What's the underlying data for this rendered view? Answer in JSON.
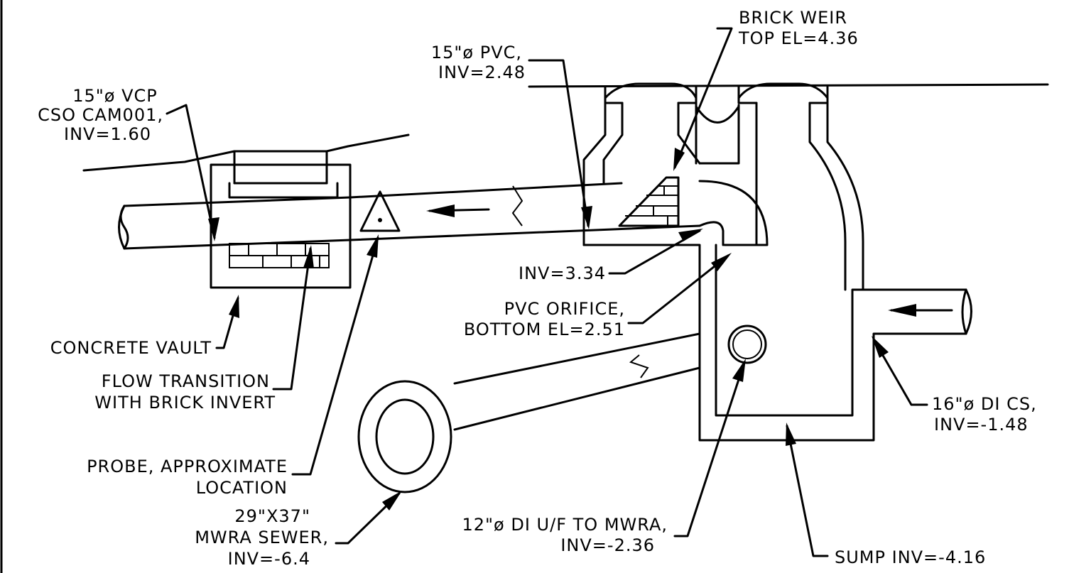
{
  "labels": {
    "vcp_line1": "15\"ø VCP",
    "vcp_line2": "CSO CAM001,",
    "vcp_line3": "INV=1.60",
    "pvc_line1": "15\"ø PVC,",
    "pvc_line2": "INV=2.48",
    "weir_line1": "BRICK WEIR",
    "weir_line2": "TOP EL=4.36",
    "inv_334": "INV=3.34",
    "orifice_line1": "PVC ORIFICE,",
    "orifice_line2": "BOTTOM EL=2.51",
    "vault": "CONCRETE VAULT",
    "transition_line1": "FLOW TRANSITION",
    "transition_line2": "WITH BRICK INVERT",
    "probe_line1": "PROBE, APPROXIMATE",
    "probe_line2": "LOCATION",
    "mwra_line1": "29\"X37\"",
    "mwra_line2": "MWRA SEWER,",
    "mwra_line3": "INV=-6.4",
    "uf_line1": "12\"ø DI U/F TO MWRA,",
    "uf_line2": "INV=-2.36",
    "cs_line1": "16\"ø DI CS,",
    "cs_line2": "INV=-1.48",
    "sump": "SUMP INV=-4.16"
  }
}
